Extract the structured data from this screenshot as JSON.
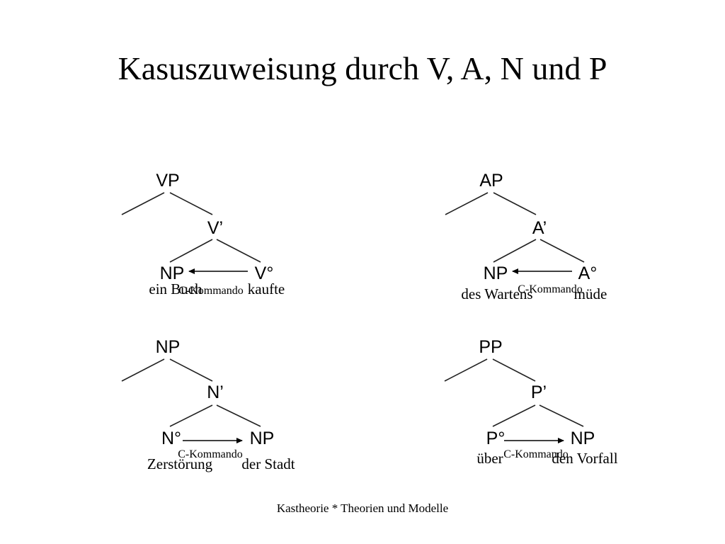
{
  "slide": {
    "title": "Kasuszuweisung durch V, A, N und P",
    "footer": "Kastheorie * Theorien und Modelle"
  },
  "trees": [
    {
      "id": "vp",
      "root": "VP",
      "bar": "V’",
      "left": "NP",
      "right": "V°",
      "left_word": "ein Buch",
      "right_word": "kaufte",
      "arrow_label": "C-Kommando",
      "arrow_direction": "right-to-left"
    },
    {
      "id": "ap",
      "root": "AP",
      "bar": "A’",
      "left": "NP",
      "right": "A°",
      "left_word": "des Wartens",
      "right_word": "müde",
      "arrow_label": "C-Kommando",
      "arrow_direction": "right-to-left"
    },
    {
      "id": "np",
      "root": "NP",
      "bar": "N’",
      "left": "N°",
      "right": "NP",
      "left_word": "Zerstörung",
      "right_word": "der Stadt",
      "arrow_label": "C-Kommando",
      "arrow_direction": "left-to-right"
    },
    {
      "id": "pp",
      "root": "PP",
      "bar": "P’",
      "left": "P°",
      "right": "NP",
      "left_word": "über",
      "right_word": "den Vorfall",
      "arrow_label": "C-Kommando",
      "arrow_direction": "left-to-right"
    }
  ]
}
